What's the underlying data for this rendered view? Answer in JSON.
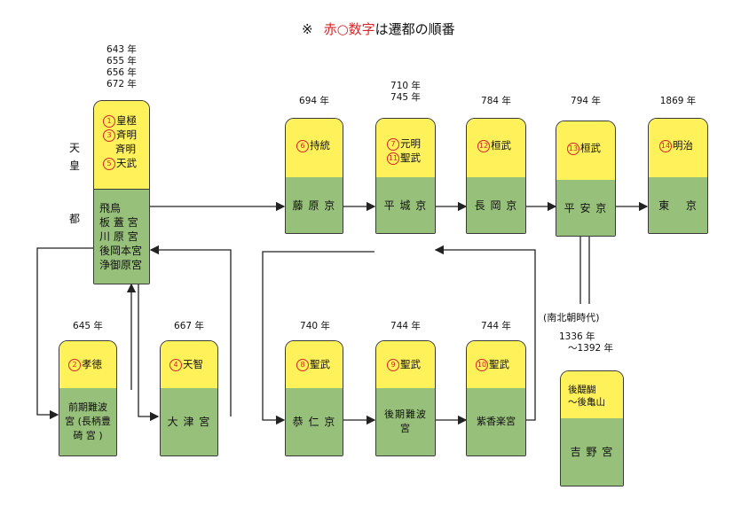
{
  "note": {
    "mark": "※",
    "red": "赤○数字",
    "rest": "は遷都の順番"
  },
  "side_labels": [
    "天",
    "皇",
    "都"
  ],
  "nanboku": "(南北朝時代)",
  "nodes": {
    "asuka": {
      "years": [
        "643 年",
        "655 年",
        "656 年",
        "672 年"
      ],
      "emperors": [
        {
          "num": "1",
          "name": "皇極"
        },
        {
          "num": "3",
          "name": "斉明"
        },
        {
          "num": "",
          "name": "斉明"
        },
        {
          "num": "5",
          "name": "天武"
        }
      ],
      "place": "飛鳥\n板 蓋 宮\n川 原 宮\n後岡本宮\n浄御原宮"
    },
    "fujiwara": {
      "years": [
        "694 年"
      ],
      "emperors": [
        {
          "num": "6",
          "name": "持統"
        }
      ],
      "place": "藤 原 京"
    },
    "heijo": {
      "years": [
        "710 年",
        "745 年"
      ],
      "emperors": [
        {
          "num": "7",
          "name": "元明"
        },
        {
          "num": "11",
          "name": "聖武"
        }
      ],
      "place": "平 城 京"
    },
    "nagaoka": {
      "years": [
        "784 年"
      ],
      "emperors": [
        {
          "num": "12",
          "name": "桓武"
        }
      ],
      "place": "長 岡 京"
    },
    "heian": {
      "years": [
        "794 年"
      ],
      "emperors": [
        {
          "num": "13",
          "name": "桓武"
        }
      ],
      "place": "平 安 京"
    },
    "tokyo": {
      "years": [
        "1869 年"
      ],
      "emperors": [
        {
          "num": "14",
          "name": "明治"
        }
      ],
      "place": "東　 京"
    },
    "naniwa_zen": {
      "years": [
        "645 年"
      ],
      "emperors": [
        {
          "num": "2",
          "name": "孝徳"
        }
      ],
      "place": "前期難波\n宮 (長柄豊\n碕 宮 )"
    },
    "otsu": {
      "years": [
        "667 年"
      ],
      "emperors": [
        {
          "num": "4",
          "name": "天智"
        }
      ],
      "place": "大 津 宮"
    },
    "kuni": {
      "years": [
        "740 年"
      ],
      "emperors": [
        {
          "num": "8",
          "name": "聖武"
        }
      ],
      "place": "恭 仁 京"
    },
    "naniwa_go": {
      "years": [
        "744 年"
      ],
      "emperors": [
        {
          "num": "9",
          "name": "聖武"
        }
      ],
      "place": "後期難波\n宮"
    },
    "shigaraki": {
      "years": [
        "744 年"
      ],
      "emperors": [
        {
          "num": "10",
          "name": "聖武"
        }
      ],
      "place": "紫香楽宮"
    },
    "yoshino": {
      "years": [
        "1336 年",
        "〜1392 年"
      ],
      "emperors": [
        {
          "num": "",
          "name": "後醍醐"
        },
        {
          "num": "",
          "name": "〜後亀山"
        }
      ],
      "place": "吉 野 宮"
    }
  }
}
